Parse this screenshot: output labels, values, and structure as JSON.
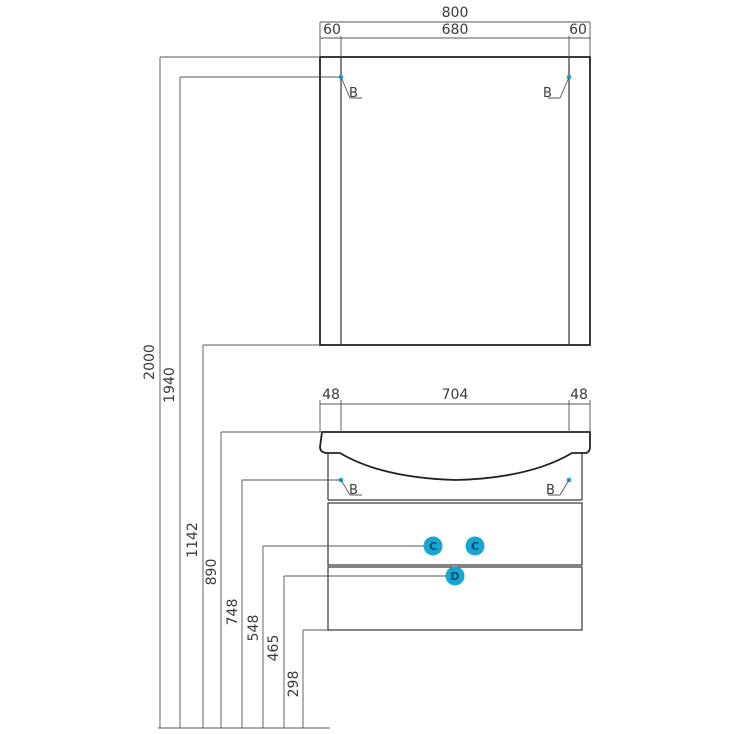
{
  "mirror": {
    "total_width": "800",
    "side_left": "60",
    "inner_width": "680",
    "side_right": "60",
    "mount_left_label": "B",
    "mount_right_label": "B"
  },
  "cabinet": {
    "side_left": "48",
    "inner_width": "704",
    "side_right": "48",
    "mount_left_label": "B",
    "mount_right_label": "B"
  },
  "heights": {
    "h2000": "2000",
    "h1940": "1940",
    "h1142": "1142",
    "h890": "890",
    "h748": "748",
    "h548": "548",
    "h465": "465",
    "h298": "298"
  },
  "markers": {
    "c1": "C",
    "c2": "C",
    "d": "D"
  },
  "colors": {
    "marker_fill": "#1aa6d4",
    "line": "#333333"
  }
}
